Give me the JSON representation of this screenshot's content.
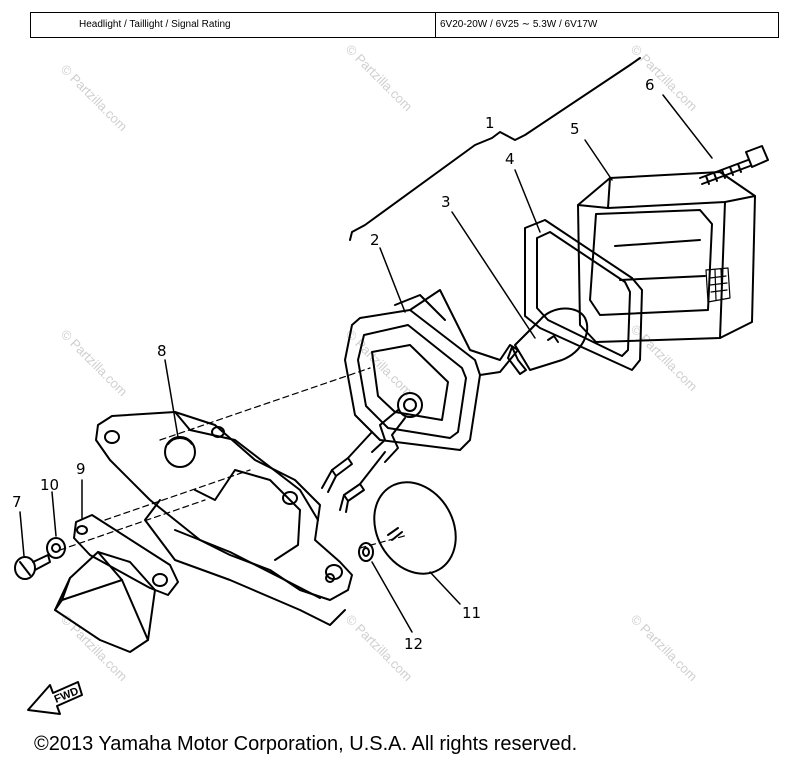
{
  "spec_table": {
    "label": "Headlight / Taillight / Signal Rating",
    "value": "6V20-20W / 6V25 ∼ 5.3W / 6V17W"
  },
  "callouts": [
    "1",
    "2",
    "3",
    "4",
    "5",
    "6",
    "7",
    "8",
    "9",
    "10",
    "11",
    "12"
  ],
  "watermark": "© Partzilla.com",
  "fwd_label": "FWD",
  "copyright": "©2013  Yamaha Motor Corporation, U.S.A. All rights reserved."
}
